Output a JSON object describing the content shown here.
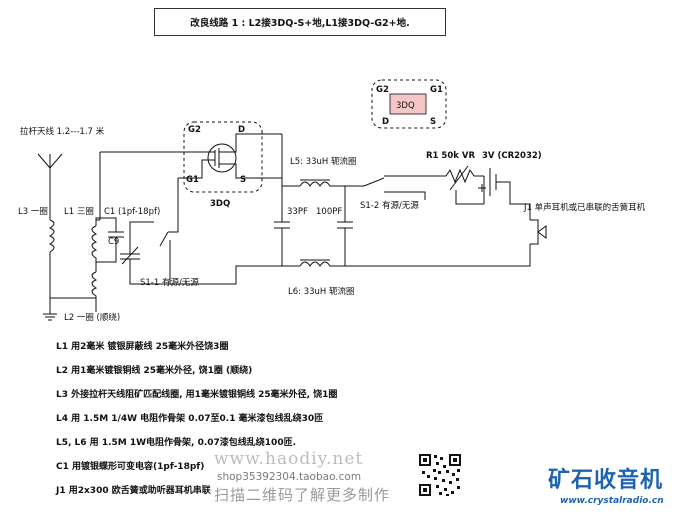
{
  "title": "改良线路 1 : L2接3DQ-S+地,L1接3DQ-G2+地.",
  "labels": {
    "antenna": "拉杆天线 1.2---1.7 米",
    "l3": "L3 一圈",
    "l1": "L1 三圈",
    "c1": "C1 (1pf-18pf)",
    "c9": "C9",
    "s1_1": "S1-1 有源/无源",
    "l2": "L2 一圈 (顺绕)",
    "fet_g2": "G2",
    "fet_d": "D",
    "fet_g1": "G1",
    "fet_s": "S",
    "fet_name": "3DQ",
    "l5": "L5: 33uH 轭流圈",
    "cap_33": "33PF",
    "cap_100": "100PF",
    "s1_2": "S1-2 有源/无源",
    "l6": "L6: 33uH 轭流圈",
    "r1": "R1 50k VR",
    "battery": "3V (CR2032)",
    "j1": "J1 单声耳机或已串联的舌簧耳机",
    "pin_g2": "G2",
    "pin_g1": "G1",
    "pin_d": "D",
    "pin_s": "S",
    "chip": "3DQ"
  },
  "notes": [
    "L1 用2毫米 镀银屏蔽线 25毫米外径饶3圈",
    "L2 用1毫米镀银铜线 25毫米外径, 饶1圈 (顺绕)",
    "L3 外接拉杆天线阻矿匹配线圈, 用1毫米镀银铜线 25毫米外径, 饶1圈",
    "L4 用 1.5M 1/4W 电阻作骨架 0.07至0.1 毫米漆包线乱绕30匝",
    "L5, L6 用 1.5M 1W电阻作骨架, 0.07漆包线乱绕100匝.",
    "C1 用镀银蝶形可变电容(1pf-18pf)",
    "J1 用2x300 欧舌簧或助听器耳机串联"
  ],
  "watermark": {
    "url": "www.haodiy.net",
    "shop": "shop35392304.taobao.com",
    "scan": "扫描二维码了解更多制作"
  },
  "brand": {
    "logo": "矿石收音机",
    "site": "www.crystalradio.cn",
    "color": "#1f63b0"
  }
}
